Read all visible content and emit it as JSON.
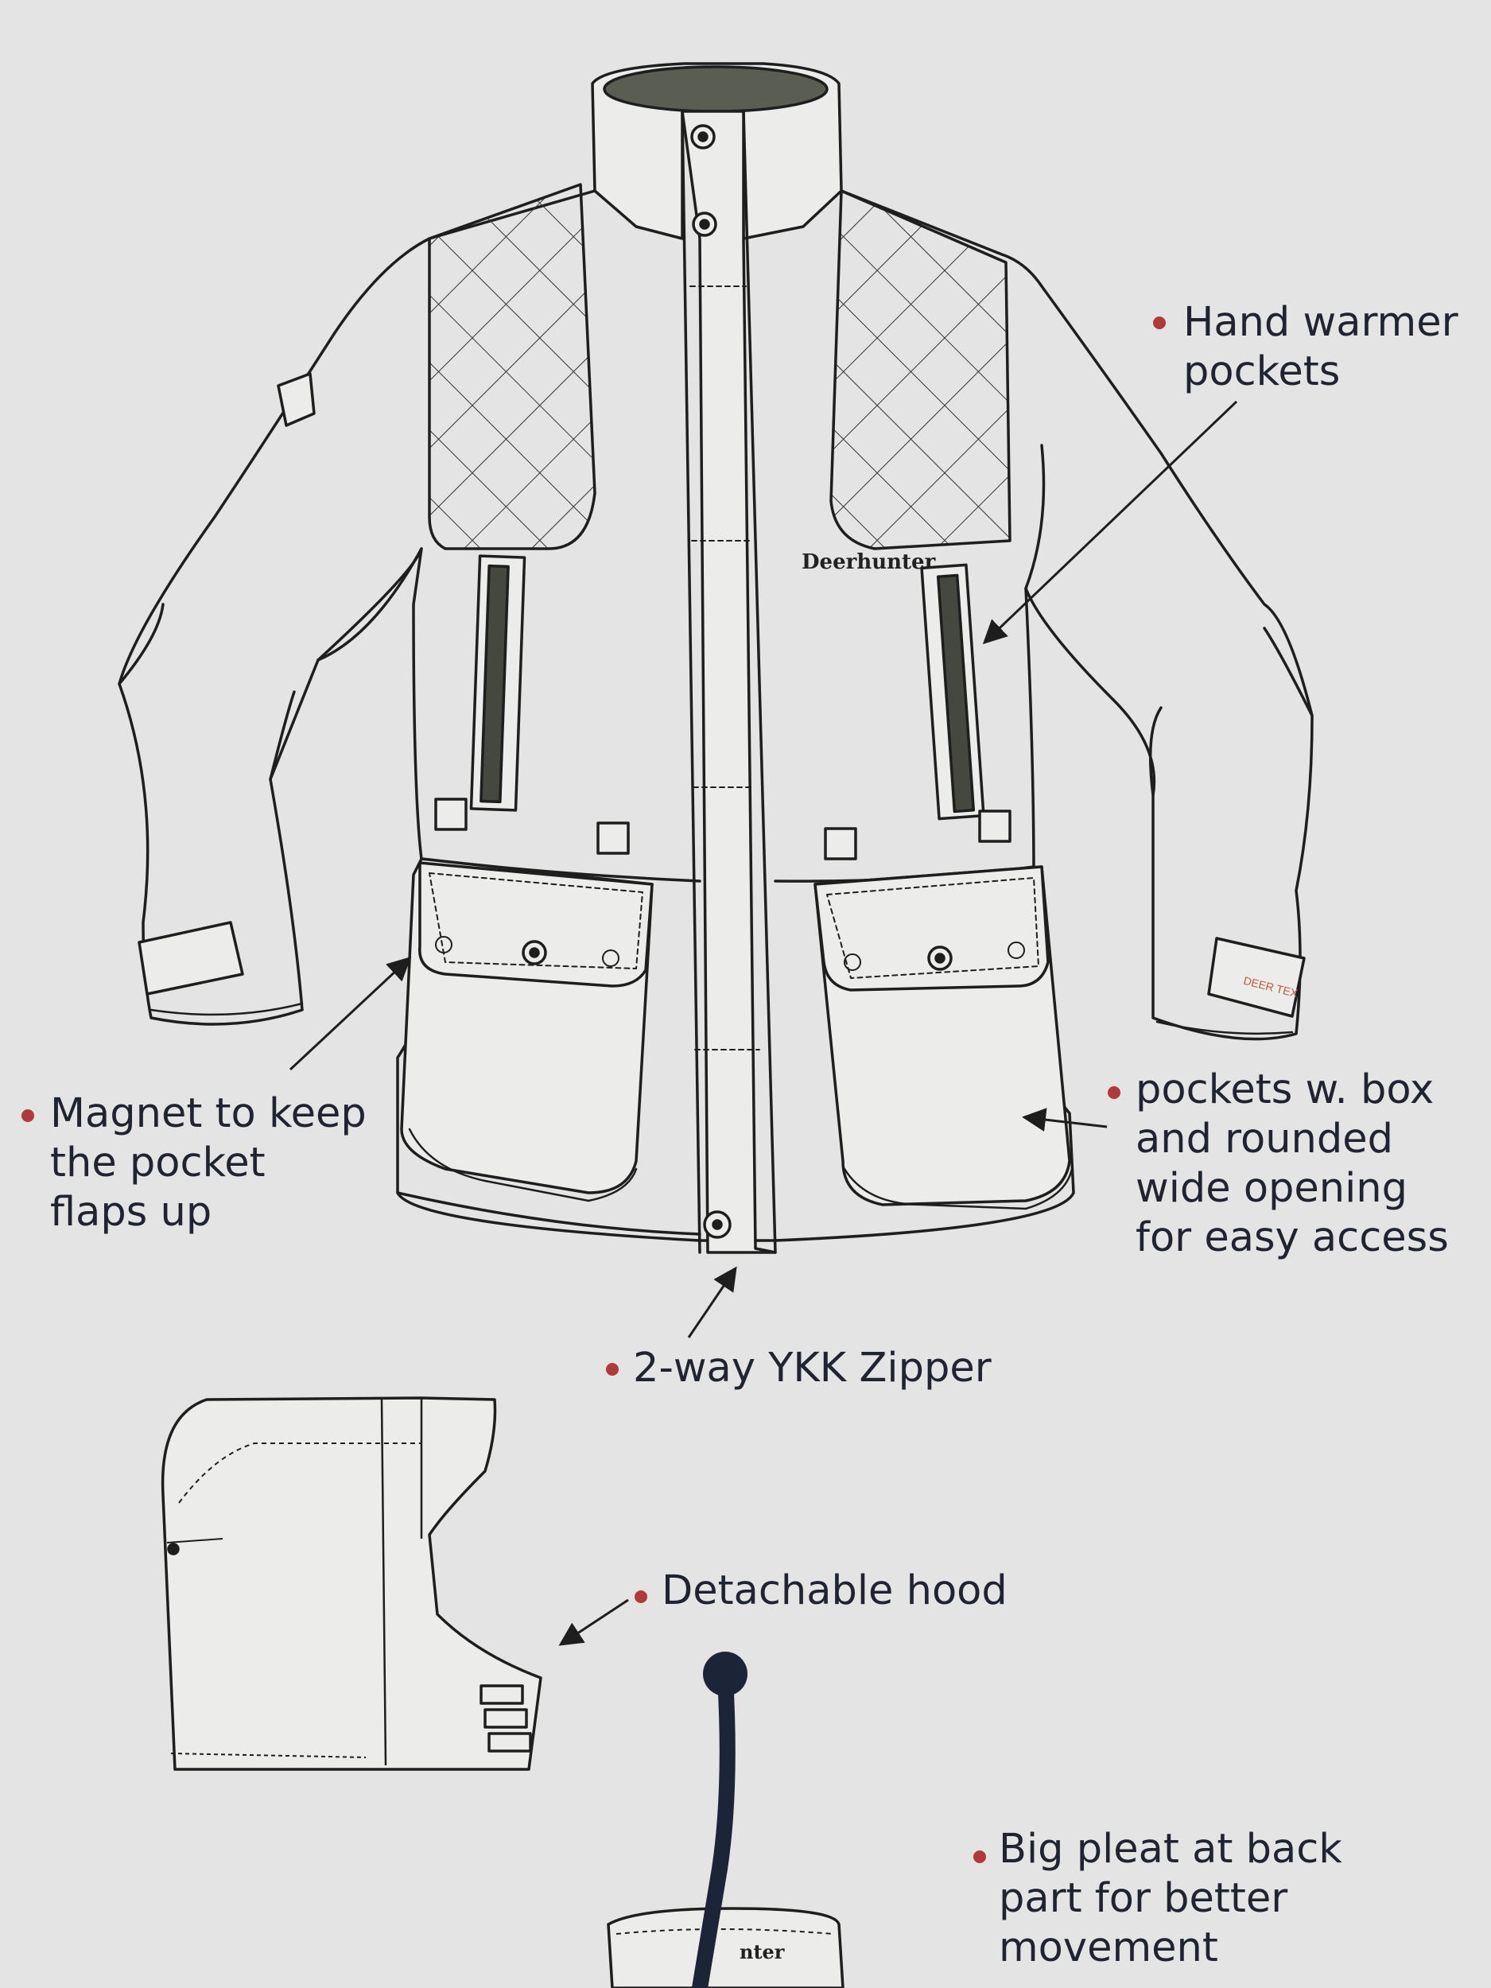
{
  "colors": {
    "background": "#e3e4e3",
    "line": "#1e1e1e",
    "bullet": "#b0393a",
    "text": "#1f2430",
    "cord": "#1c2437"
  },
  "brand": {
    "logo": "Deerhunter",
    "membrane_label": "DEER TEX",
    "back_logo": "nter"
  },
  "callouts": {
    "hand_warmer": {
      "text": "Hand warmer\npockets"
    },
    "magnet": {
      "text": "Magnet to keep\nthe pocket\nflaps up"
    },
    "box_pockets": {
      "text": "pockets w. box\nand rounded\nwide opening\nfor easy access"
    },
    "zipper": {
      "text": "2-way YKK Zipper"
    },
    "hood": {
      "text": "Detachable hood"
    },
    "pleat": {
      "text": "Big pleat at back\npart for better\nmovement"
    }
  },
  "icons": [
    "jacket-front-drawing",
    "hood-drawing",
    "back-collar-drawing",
    "drawcord-icon",
    "arrow-icon"
  ]
}
